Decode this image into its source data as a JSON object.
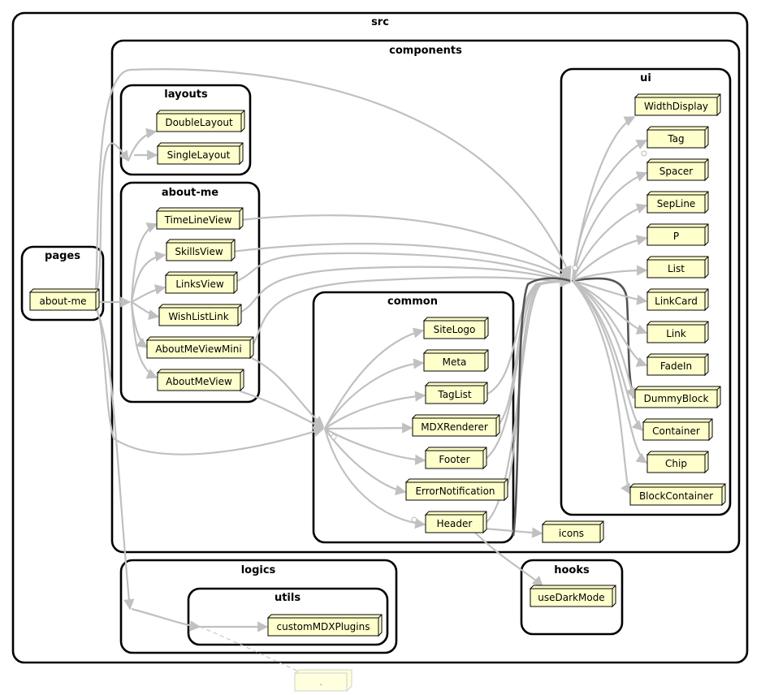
{
  "clusters": {
    "src": "src",
    "components": "components",
    "layouts": "layouts",
    "about_me": "about-me",
    "common": "common",
    "ui": "ui",
    "pages": "pages",
    "logics": "logics",
    "utils": "utils",
    "hooks": "hooks"
  },
  "nodes": {
    "double_layout": "DoubleLayout",
    "single_layout": "SingleLayout",
    "timeline_view": "TimeLineView",
    "skills_view": "SkillsView",
    "links_view": "LinksView",
    "wishlist_link": "WishListLink",
    "about_me_view_mini": "AboutMeViewMini",
    "about_me_view": "AboutMeView",
    "about_me_page": "about-me",
    "site_logo": "SiteLogo",
    "meta": "Meta",
    "tag_list": "TagList",
    "mdx_renderer": "MDXRenderer",
    "footer": "Footer",
    "error_notification": "ErrorNotification",
    "header": "Header",
    "width_display": "WidthDisplay",
    "tag": "Tag",
    "spacer": "Spacer",
    "sep_line": "SepLine",
    "p": "P",
    "list": "List",
    "link_card": "LinkCard",
    "link": "Link",
    "fade_in": "FadeIn",
    "dummy_block": "DummyBlock",
    "container": "Container",
    "chip": "Chip",
    "block_container": "BlockContainer",
    "icons": "icons",
    "use_dark_mode": "useDarkMode",
    "custom_mdx_plugins": "customMDXPlugins",
    "dot": "."
  },
  "colors": {
    "node_fill": "#ffffcc",
    "edge": "#c0c0c0",
    "border": "#000000"
  }
}
